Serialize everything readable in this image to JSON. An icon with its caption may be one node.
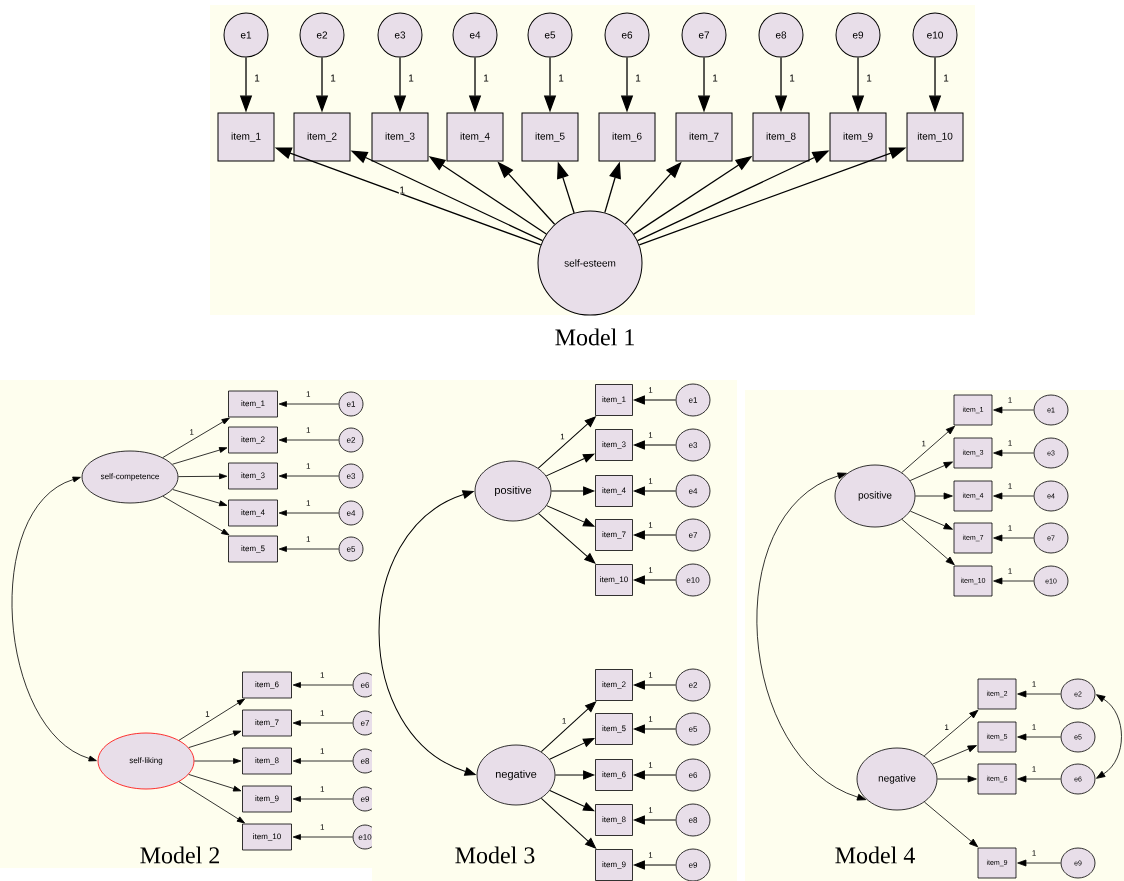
{
  "diagram": {
    "nodes": [
      {
        "text": [
          "Model 1"
        ]
      },
      {
        "text": [
          "e1"
        ],
        "in": 0
      },
      {
        "text": [
          "e2"
        ],
        "in": 0
      },
      {
        "text": [
          "e3"
        ],
        "in": 0
      },
      {
        "text": [
          "e4"
        ],
        "in": 0
      },
      {
        "text": [
          "e5"
        ],
        "in": 0
      },
      {
        "text": [
          "e6"
        ],
        "in": 0
      },
      {
        "text": [
          "e7"
        ],
        "in": 0
      },
      {
        "text": [
          "e8"
        ],
        "in": 0
      },
      {
        "text": [
          "e9"
        ],
        "in": 0
      },
      {
        "text": [
          "e10"
        ],
        "in": 0
      },
      {
        "text": [
          "item_1"
        ],
        "in": 0
      },
      {
        "text": [
          "item_2"
        ],
        "in": 0
      },
      {
        "text": [
          "item_3"
        ],
        "in": 0
      },
      {
        "text": [
          "item_4"
        ],
        "in": 0
      },
      {
        "text": [
          "item_5"
        ],
        "in": 0
      },
      {
        "text": [
          "item_6"
        ],
        "in": 0
      },
      {
        "text": [
          "item_7"
        ],
        "in": 0
      },
      {
        "text": [
          "item_8"
        ],
        "in": 0
      },
      {
        "text": [
          "item_9"
        ],
        "in": 0
      },
      {
        "text": [
          "item_10"
        ],
        "in": 0
      },
      {
        "text": [
          "self-esteem"
        ],
        "in": 0
      },
      {
        "text": [
          "Model 2"
        ]
      },
      {
        "text": [
          "self-competence"
        ],
        "in": 22
      },
      {
        "text": [
          "self-liking"
        ],
        "in": 22
      },
      {
        "text": [
          "item_1"
        ],
        "in": 22
      },
      {
        "text": [
          "item_2"
        ],
        "in": 22
      },
      {
        "text": [
          "item_3"
        ],
        "in": 22
      },
      {
        "text": [
          "item_4"
        ],
        "in": 22
      },
      {
        "text": [
          "item_5"
        ],
        "in": 22
      },
      {
        "text": [
          "item_6"
        ],
        "in": 22
      },
      {
        "text": [
          "item_7"
        ],
        "in": 22
      },
      {
        "text": [
          "item_8"
        ],
        "in": 22
      },
      {
        "text": [
          "item_9"
        ],
        "in": 22
      },
      {
        "text": [
          "item_10"
        ],
        "in": 22
      },
      {
        "text": [
          "e1"
        ],
        "in": 22
      },
      {
        "text": [
          "e2"
        ],
        "in": 22
      },
      {
        "text": [
          "e3"
        ],
        "in": 22
      },
      {
        "text": [
          "e4"
        ],
        "in": 22
      },
      {
        "text": [
          "e5"
        ],
        "in": 22
      },
      {
        "text": [
          "e6"
        ],
        "in": 22
      },
      {
        "text": [
          "e7"
        ],
        "in": 22
      },
      {
        "text": [
          "e8"
        ],
        "in": 22
      },
      {
        "text": [
          "e9"
        ],
        "in": 22
      },
      {
        "text": [
          "e10"
        ],
        "in": 22
      },
      {
        "text": [
          "Model 3"
        ]
      },
      {
        "text": [
          "positive"
        ],
        "in": 45
      },
      {
        "text": [
          "negative"
        ],
        "in": 45
      },
      {
        "text": [
          "item_1"
        ],
        "in": 45
      },
      {
        "text": [
          "item_3"
        ],
        "in": 45
      },
      {
        "text": [
          "item_4"
        ],
        "in": 45
      },
      {
        "text": [
          "item_7"
        ],
        "in": 45
      },
      {
        "text": [
          "item_10"
        ],
        "in": 45
      },
      {
        "text": [
          "item_2"
        ],
        "in": 45
      },
      {
        "text": [
          "item_5"
        ],
        "in": 45
      },
      {
        "text": [
          "item_6"
        ],
        "in": 45
      },
      {
        "text": [
          "item_8"
        ],
        "in": 45
      },
      {
        "text": [
          "item_9"
        ],
        "in": 45
      },
      {
        "text": [
          "e1"
        ],
        "in": 45
      },
      {
        "text": [
          "e3"
        ],
        "in": 45
      },
      {
        "text": [
          "e4"
        ],
        "in": 45
      },
      {
        "text": [
          "e7"
        ],
        "in": 45
      },
      {
        "text": [
          "e10"
        ],
        "in": 45
      },
      {
        "text": [
          "e2"
        ],
        "in": 45
      },
      {
        "text": [
          "e5"
        ],
        "in": 45
      },
      {
        "text": [
          "e6"
        ],
        "in": 45
      },
      {
        "text": [
          "e8"
        ],
        "in": 45
      },
      {
        "text": [
          "e9"
        ],
        "in": 45
      },
      {
        "text": [
          "Model 4"
        ]
      },
      {
        "text": [
          "positive"
        ],
        "in": 68
      },
      {
        "text": [
          "negative"
        ],
        "in": 68
      },
      {
        "text": [
          "item_1"
        ],
        "in": 68
      },
      {
        "text": [
          "item_3"
        ],
        "in": 68
      },
      {
        "text": [
          "item_4"
        ],
        "in": 68
      },
      {
        "text": [
          "item_7"
        ],
        "in": 68
      },
      {
        "text": [
          "item_10"
        ],
        "in": 68
      },
      {
        "text": [
          "item_2"
        ],
        "in": 68
      },
      {
        "text": [
          "item_5"
        ],
        "in": 68
      },
      {
        "text": [
          "item_6"
        ],
        "in": 68
      },
      {
        "text": [
          "item_9"
        ],
        "in": 68
      },
      {
        "text": [
          "e1"
        ],
        "in": 68
      },
      {
        "text": [
          "e3"
        ],
        "in": 68
      },
      {
        "text": [
          "e4"
        ],
        "in": 68
      },
      {
        "text": [
          "e7"
        ],
        "in": 68
      },
      {
        "text": [
          "e10"
        ],
        "in": 68
      },
      {
        "text": [
          "e2"
        ],
        "in": 68
      },
      {
        "text": [
          "e5"
        ],
        "in": 68
      },
      {
        "text": [
          "e6"
        ],
        "in": 68
      },
      {
        "text": [
          "e9"
        ],
        "in": 68
      }
    ],
    "edges": [
      {
        "from": 1,
        "to": 11,
        "arrow": "to",
        "label": "1"
      },
      {
        "from": 2,
        "to": 12,
        "arrow": "to",
        "label": "1"
      },
      {
        "from": 3,
        "to": 13,
        "arrow": "to",
        "label": "1"
      },
      {
        "from": 4,
        "to": 14,
        "arrow": "to",
        "label": "1"
      },
      {
        "from": 5,
        "to": 15,
        "arrow": "to",
        "label": "1"
      },
      {
        "from": 6,
        "to": 16,
        "arrow": "to",
        "label": "1"
      },
      {
        "from": 7,
        "to": 17,
        "arrow": "to",
        "label": "1"
      },
      {
        "from": 8,
        "to": 18,
        "arrow": "to",
        "label": "1"
      },
      {
        "from": 9,
        "to": 19,
        "arrow": "to",
        "label": "1"
      },
      {
        "from": 10,
        "to": 20,
        "arrow": "to",
        "label": "1"
      },
      {
        "from": 21,
        "to": 11,
        "arrow": "to",
        "label": "1"
      },
      {
        "from": 21,
        "to": 12,
        "arrow": "to"
      },
      {
        "from": 21,
        "to": 13,
        "arrow": "to"
      },
      {
        "from": 21,
        "to": 14,
        "arrow": "to"
      },
      {
        "from": 21,
        "to": 15,
        "arrow": "to"
      },
      {
        "from": 21,
        "to": 16,
        "arrow": "to"
      },
      {
        "from": 21,
        "to": 17,
        "arrow": "to"
      },
      {
        "from": 21,
        "to": 18,
        "arrow": "to"
      },
      {
        "from": 21,
        "to": 19,
        "arrow": "to"
      },
      {
        "from": 21,
        "to": 20,
        "arrow": "to"
      },
      {
        "from": 23,
        "to": 24,
        "arrow": "both"
      },
      {
        "from": 23,
        "to": 25,
        "arrow": "to",
        "label": "1"
      },
      {
        "from": 23,
        "to": 26,
        "arrow": "to"
      },
      {
        "from": 23,
        "to": 27,
        "arrow": "to"
      },
      {
        "from": 23,
        "to": 28,
        "arrow": "to"
      },
      {
        "from": 23,
        "to": 29,
        "arrow": "to"
      },
      {
        "from": 24,
        "to": 30,
        "arrow": "to",
        "label": "1"
      },
      {
        "from": 24,
        "to": 31,
        "arrow": "to"
      },
      {
        "from": 24,
        "to": 32,
        "arrow": "to"
      },
      {
        "from": 24,
        "to": 33,
        "arrow": "to"
      },
      {
        "from": 24,
        "to": 34,
        "arrow": "to"
      },
      {
        "from": 35,
        "to": 25,
        "arrow": "to",
        "label": "1"
      },
      {
        "from": 36,
        "to": 26,
        "arrow": "to",
        "label": "1"
      },
      {
        "from": 37,
        "to": 27,
        "arrow": "to",
        "label": "1"
      },
      {
        "from": 38,
        "to": 28,
        "arrow": "to",
        "label": "1"
      },
      {
        "from": 39,
        "to": 29,
        "arrow": "to",
        "label": "1"
      },
      {
        "from": 40,
        "to": 30,
        "arrow": "to",
        "label": "1"
      },
      {
        "from": 41,
        "to": 31,
        "arrow": "to",
        "label": "1"
      },
      {
        "from": 42,
        "to": 32,
        "arrow": "to",
        "label": "1"
      },
      {
        "from": 43,
        "to": 33,
        "arrow": "to",
        "label": "1"
      },
      {
        "from": 44,
        "to": 34,
        "arrow": "to",
        "label": "1"
      },
      {
        "from": 46,
        "to": 47,
        "arrow": "both"
      },
      {
        "from": 46,
        "to": 48,
        "arrow": "to",
        "label": "1"
      },
      {
        "from": 46,
        "to": 49,
        "arrow": "to"
      },
      {
        "from": 46,
        "to": 50,
        "arrow": "to"
      },
      {
        "from": 46,
        "to": 51,
        "arrow": "to"
      },
      {
        "from": 46,
        "to": 52,
        "arrow": "to"
      },
      {
        "from": 47,
        "to": 53,
        "arrow": "to",
        "label": "1"
      },
      {
        "from": 47,
        "to": 54,
        "arrow": "to"
      },
      {
        "from": 47,
        "to": 55,
        "arrow": "to"
      },
      {
        "from": 47,
        "to": 56,
        "arrow": "to"
      },
      {
        "from": 47,
        "to": 57,
        "arrow": "to"
      },
      {
        "from": 58,
        "to": 48,
        "arrow": "to",
        "label": "1"
      },
      {
        "from": 59,
        "to": 49,
        "arrow": "to",
        "label": "1"
      },
      {
        "from": 60,
        "to": 50,
        "arrow": "to",
        "label": "1"
      },
      {
        "from": 61,
        "to": 51,
        "arrow": "to",
        "label": "1"
      },
      {
        "from": 62,
        "to": 52,
        "arrow": "to",
        "label": "1"
      },
      {
        "from": 63,
        "to": 53,
        "arrow": "to",
        "label": "1"
      },
      {
        "from": 64,
        "to": 54,
        "arrow": "to",
        "label": "1"
      },
      {
        "from": 65,
        "to": 55,
        "arrow": "to",
        "label": "1"
      },
      {
        "from": 66,
        "to": 56,
        "arrow": "to",
        "label": "1"
      },
      {
        "from": 67,
        "to": 57,
        "arrow": "to",
        "label": "1"
      },
      {
        "from": 69,
        "to": 70,
        "arrow": "both"
      },
      {
        "from": 69,
        "to": 71,
        "arrow": "to",
        "label": "1"
      },
      {
        "from": 69,
        "to": 72,
        "arrow": "to"
      },
      {
        "from": 69,
        "to": 73,
        "arrow": "to"
      },
      {
        "from": 69,
        "to": 74,
        "arrow": "to"
      },
      {
        "from": 69,
        "to": 75,
        "arrow": "to"
      },
      {
        "from": 70,
        "to": 76,
        "arrow": "to",
        "label": "1"
      },
      {
        "from": 70,
        "to": 77,
        "arrow": "to"
      },
      {
        "from": 70,
        "to": 78,
        "arrow": "to"
      },
      {
        "from": 70,
        "to": 79,
        "arrow": "to"
      },
      {
        "from": 80,
        "to": 71,
        "arrow": "to",
        "label": "1"
      },
      {
        "from": 81,
        "to": 72,
        "arrow": "to",
        "label": "1"
      },
      {
        "from": 82,
        "to": 73,
        "arrow": "to",
        "label": "1"
      },
      {
        "from": 83,
        "to": 74,
        "arrow": "to",
        "label": "1"
      },
      {
        "from": 84,
        "to": 75,
        "arrow": "to",
        "label": "1"
      },
      {
        "from": 85,
        "to": 76,
        "arrow": "to",
        "label": "1"
      },
      {
        "from": 86,
        "to": 77,
        "arrow": "to",
        "label": "1"
      },
      {
        "from": 87,
        "to": 78,
        "arrow": "to",
        "label": "1"
      },
      {
        "from": 88,
        "to": 79,
        "arrow": "to",
        "label": "1"
      },
      {
        "from": 85,
        "to": 87,
        "arrow": "both"
      }
    ]
  }
}
